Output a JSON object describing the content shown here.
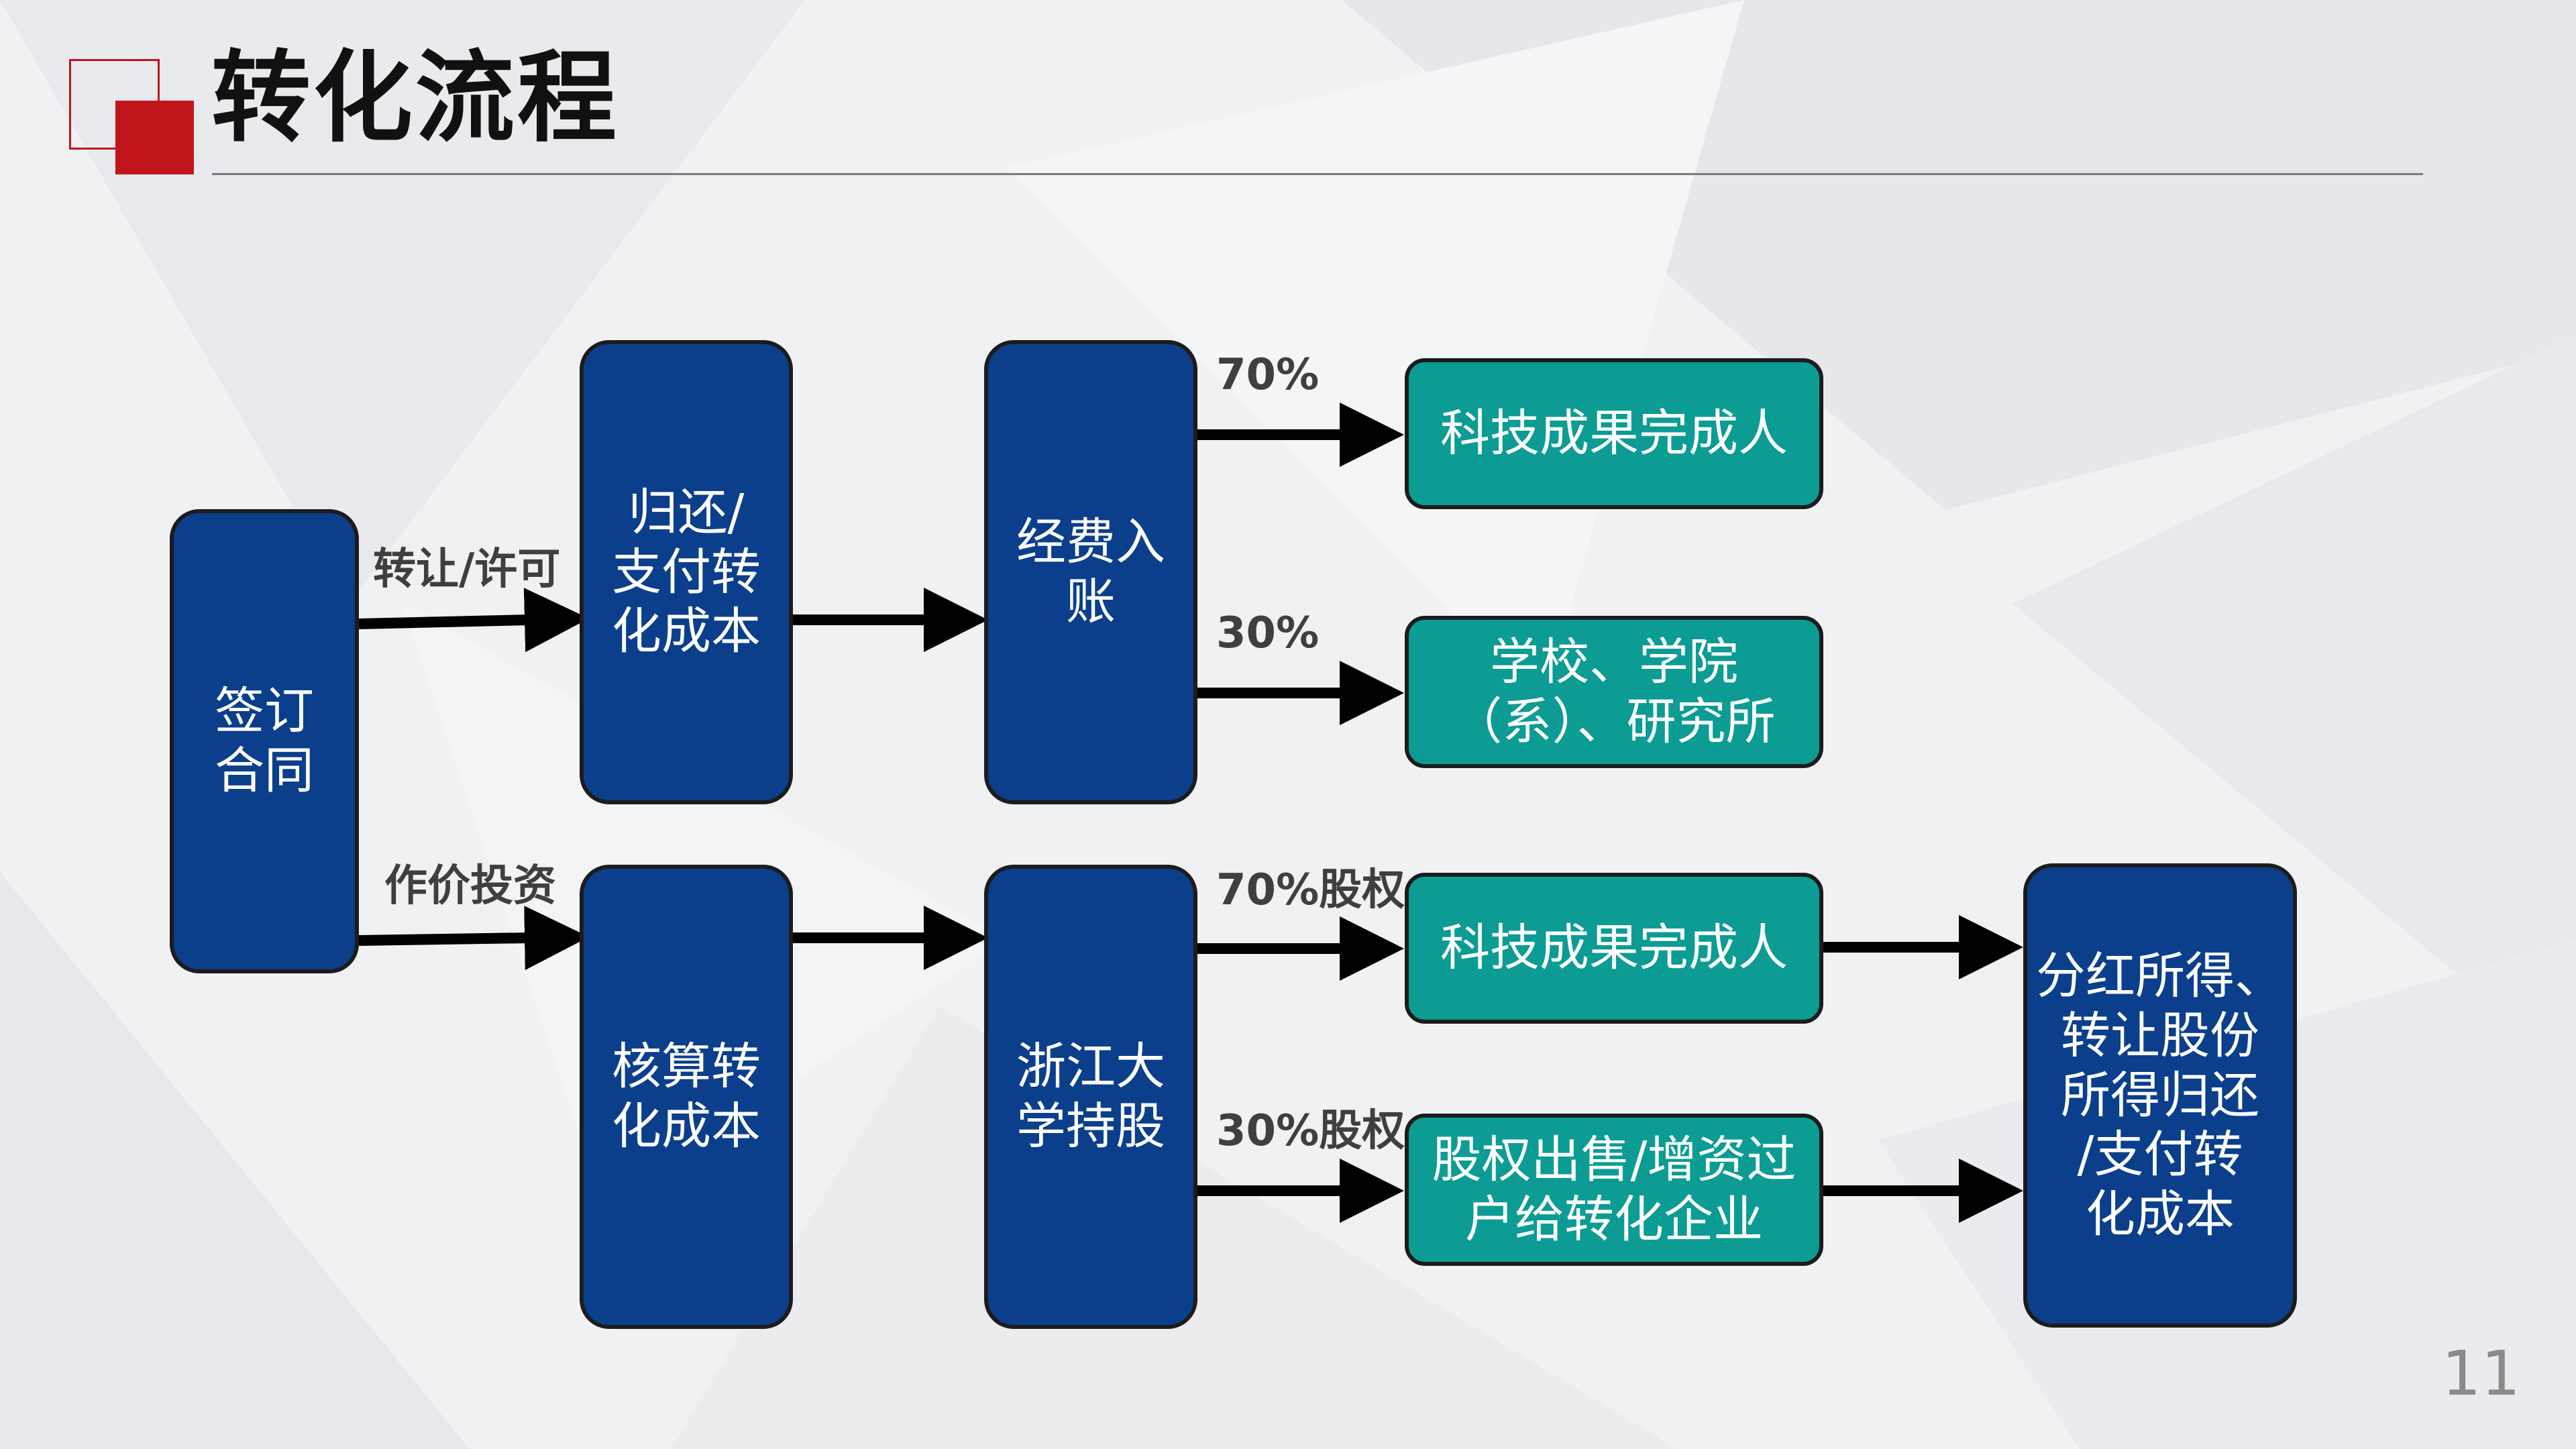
{
  "title": "转化流程",
  "page_number": "11",
  "boxes": {
    "sign_contract": "签订\n合同",
    "return_cost": "归还/\n支付转\n化成本",
    "funds_entry": "经费入\n账",
    "calc_cost": "核算转\n化成本",
    "zju_shares": "浙江大\n学持股",
    "achiever_top": "科技成果完成人",
    "school": "学校、学院\n（系）、研究所",
    "achiever_bottom": "科技成果完成人",
    "equity_sale": "股权出售/增资过\n户给转化企业",
    "dividend": "分红所得、\n转让股份\n所得归还\n/支付转\n化成本"
  },
  "labels": {
    "transfer_license": "转让/许可",
    "equity_investment": "作价投资",
    "pct70_top": "70%",
    "pct30_top": "30%",
    "pct70_equity": "70%股权",
    "pct30_equity": "30%股权"
  },
  "colors": {
    "navy": "#0b3f8c",
    "teal": "#0c9c94",
    "accent_red": "#c0161c"
  }
}
